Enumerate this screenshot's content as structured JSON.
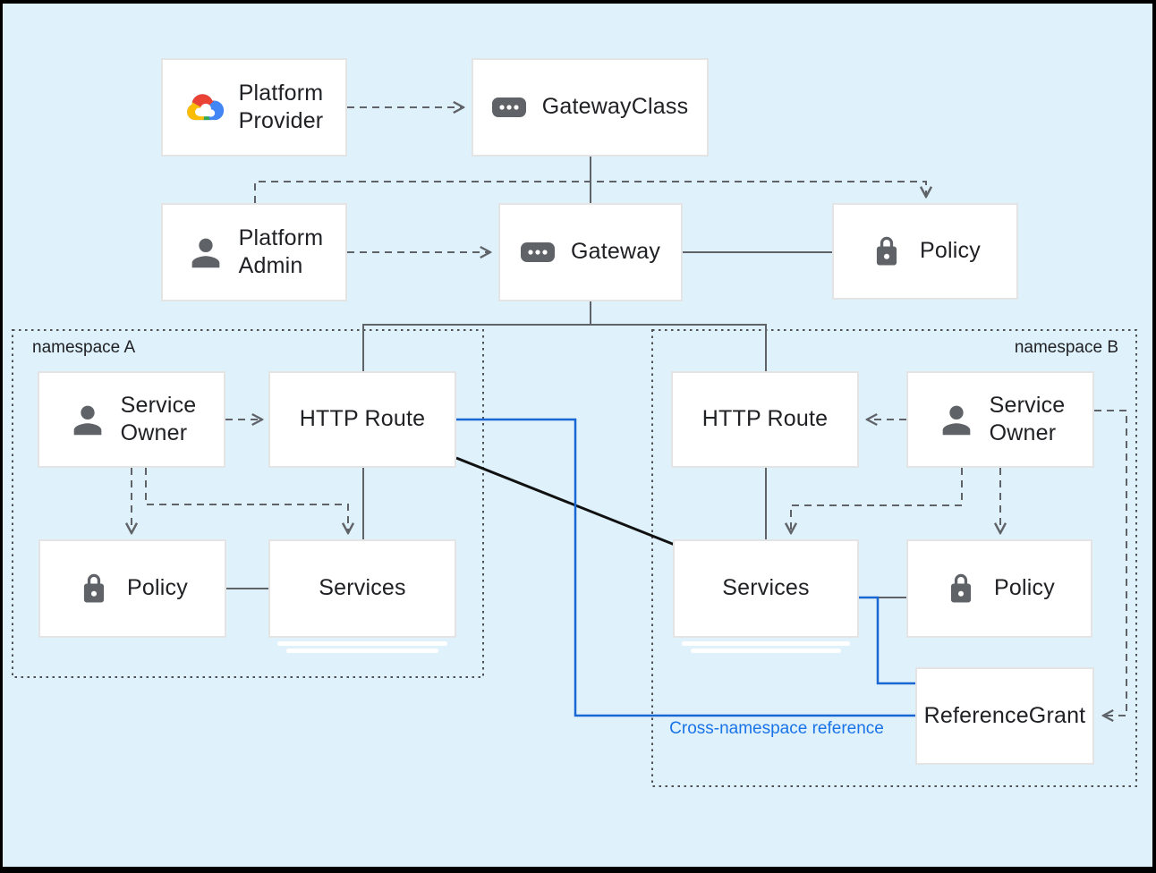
{
  "canvas": {
    "background": "#dff1fb",
    "frame_color": "#000000"
  },
  "colors": {
    "connector_gray": "#5f6368",
    "blue_line": "#1967d2",
    "blue_text": "#1a73e8",
    "box_border": "#e4e4e4",
    "text": "#202124",
    "icon_gray": "#5f6368",
    "logo_red": "#EA4335",
    "logo_blue": "#4285F4",
    "logo_yellow": "#FBBC05",
    "logo_green": "#34A853"
  },
  "nodes": {
    "platform_provider": {
      "label": "Platform\nProvider",
      "icon": "google-cloud-logo"
    },
    "gateway_class": {
      "label": "GatewayClass",
      "icon": "resource-chip"
    },
    "platform_admin": {
      "label": "Platform\nAdmin",
      "icon": "person"
    },
    "gateway": {
      "label": "Gateway",
      "icon": "resource-chip"
    },
    "policy_top": {
      "label": "Policy",
      "icon": "lock"
    },
    "service_owner_a": {
      "label": "Service\nOwner",
      "icon": "person"
    },
    "http_route_a": {
      "label": "HTTP Route",
      "icon": null
    },
    "policy_a": {
      "label": "Policy",
      "icon": "lock"
    },
    "services_a": {
      "label": "Services",
      "icon": null,
      "stacked": true
    },
    "http_route_b": {
      "label": "HTTP Route",
      "icon": null
    },
    "service_owner_b": {
      "label": "Service\nOwner",
      "icon": "person"
    },
    "services_b": {
      "label": "Services",
      "icon": null,
      "stacked": true
    },
    "policy_b": {
      "label": "Policy",
      "icon": "lock"
    },
    "reference_grant": {
      "label": "ReferenceGrant",
      "icon": null
    }
  },
  "namespaces": {
    "a": {
      "label": "namespace A"
    },
    "b": {
      "label": "namespace B"
    }
  },
  "annotations": {
    "cross_namespace": {
      "label": "Cross-namespace reference"
    }
  }
}
